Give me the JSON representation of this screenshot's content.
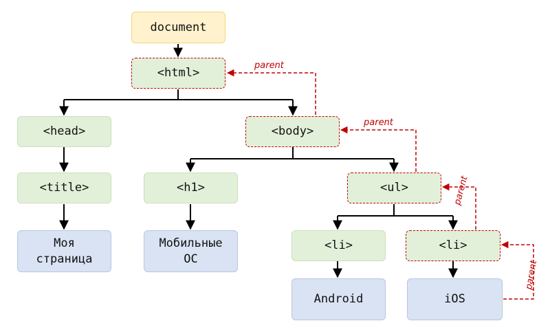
{
  "nodes": {
    "document": "document",
    "html": "<html>",
    "head": "<head>",
    "body": "<body>",
    "title": "<title>",
    "h1": "<h1>",
    "ul": "<ul>",
    "page_title": "Моя\nстраница",
    "h1_text": "Мобильные\nОС",
    "li_left": "<li>",
    "li_right": "<li>",
    "android": "Android",
    "ios": "iOS"
  },
  "labels": {
    "parent": "parent"
  },
  "colors": {
    "root_fill": "#fff2cc",
    "element_fill": "#e2f0d9",
    "text_fill": "#dae3f3",
    "parent_link": "#c00000",
    "edge": "#000000"
  }
}
